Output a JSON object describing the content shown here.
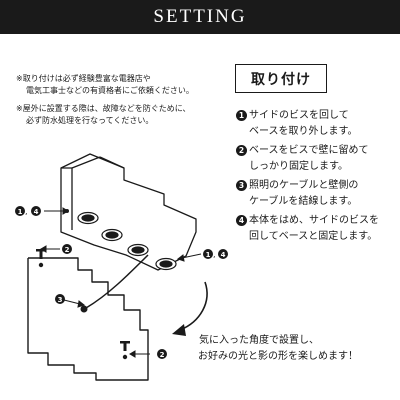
{
  "header": {
    "title": "SETTING"
  },
  "notes": [
    {
      "lines": [
        "※取り付けは必ず経験豊富な電器店や",
        "電気工事士などの有資格者にご依頼ください。"
      ]
    },
    {
      "lines": [
        "※屋外に設置する際は、故障などを防ぐために、",
        "必ず防水処理を行なってください。"
      ]
    }
  ],
  "section_title": "取り付け",
  "steps": [
    {
      "marker": "1",
      "lines": [
        "サイドのビスを回して",
        "ベースを取り外します。"
      ]
    },
    {
      "marker": "2",
      "lines": [
        "ベースをビスで壁に留めて",
        "しっかり固定します。"
      ]
    },
    {
      "marker": "3",
      "lines": [
        "照明のケーブルと壁側の",
        "ケーブルを結線します。"
      ]
    },
    {
      "marker": "4",
      "lines": [
        "本体をはめ、サイドのビスを",
        "回してベースと固定します。"
      ]
    }
  ],
  "diagram": {
    "callout_1_4_left": "1, 4",
    "callout_1_4_right": "1, 4",
    "callout_2_top": "2",
    "callout_2_bottom": "2",
    "callout_3": "3"
  },
  "caption": {
    "line1": "気に入った角度で設置し、",
    "line2": "お好みの光と影の形を楽しめます！"
  },
  "colors": {
    "ink": "#1a1a1a",
    "background": "#ffffff",
    "header_bg": "#1a1a1a"
  }
}
